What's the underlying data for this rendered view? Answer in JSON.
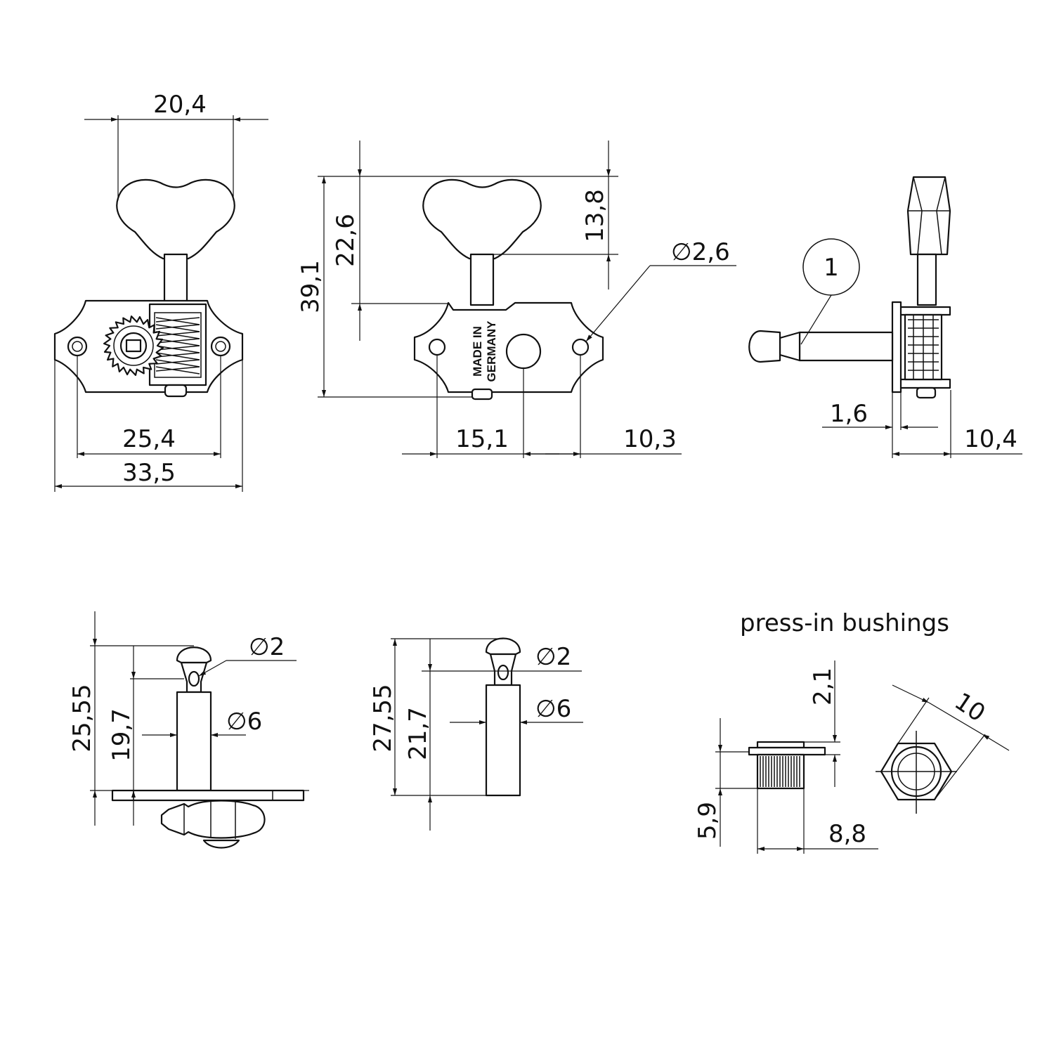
{
  "dimensions": {
    "front_knob_width": "20,4",
    "front_hole_spacing": "25,4",
    "front_plate_width": "33,5",
    "back_total_height": "39,1",
    "back_knob_height": "22,6",
    "back_knob_top": "13,8",
    "back_hole_diameter": "2,6",
    "back_hole_to_post": "15,1",
    "back_post_to_hole": "10,3",
    "side_plate_thickness": "1,6",
    "side_depth": "10,4",
    "post_a_total_height": "25,55",
    "post_a_string_height": "19,7",
    "post_a_hole_diameter": "2",
    "post_a_post_diameter": "6",
    "post_b_total_height": "27,55",
    "post_b_string_height": "21,7",
    "post_b_hole_diameter": "2",
    "post_b_post_diameter": "6",
    "bushing_flange_height": "2,1",
    "bushing_height": "5,9",
    "bushing_diameter": "8,8",
    "bushing_hex_width": "10"
  },
  "callout": "1",
  "stamp": {
    "line1": "MADE IN",
    "line2": "GERMANY"
  },
  "bushings_title": "press-in bushings",
  "symbols": {
    "diameter": "∅"
  }
}
